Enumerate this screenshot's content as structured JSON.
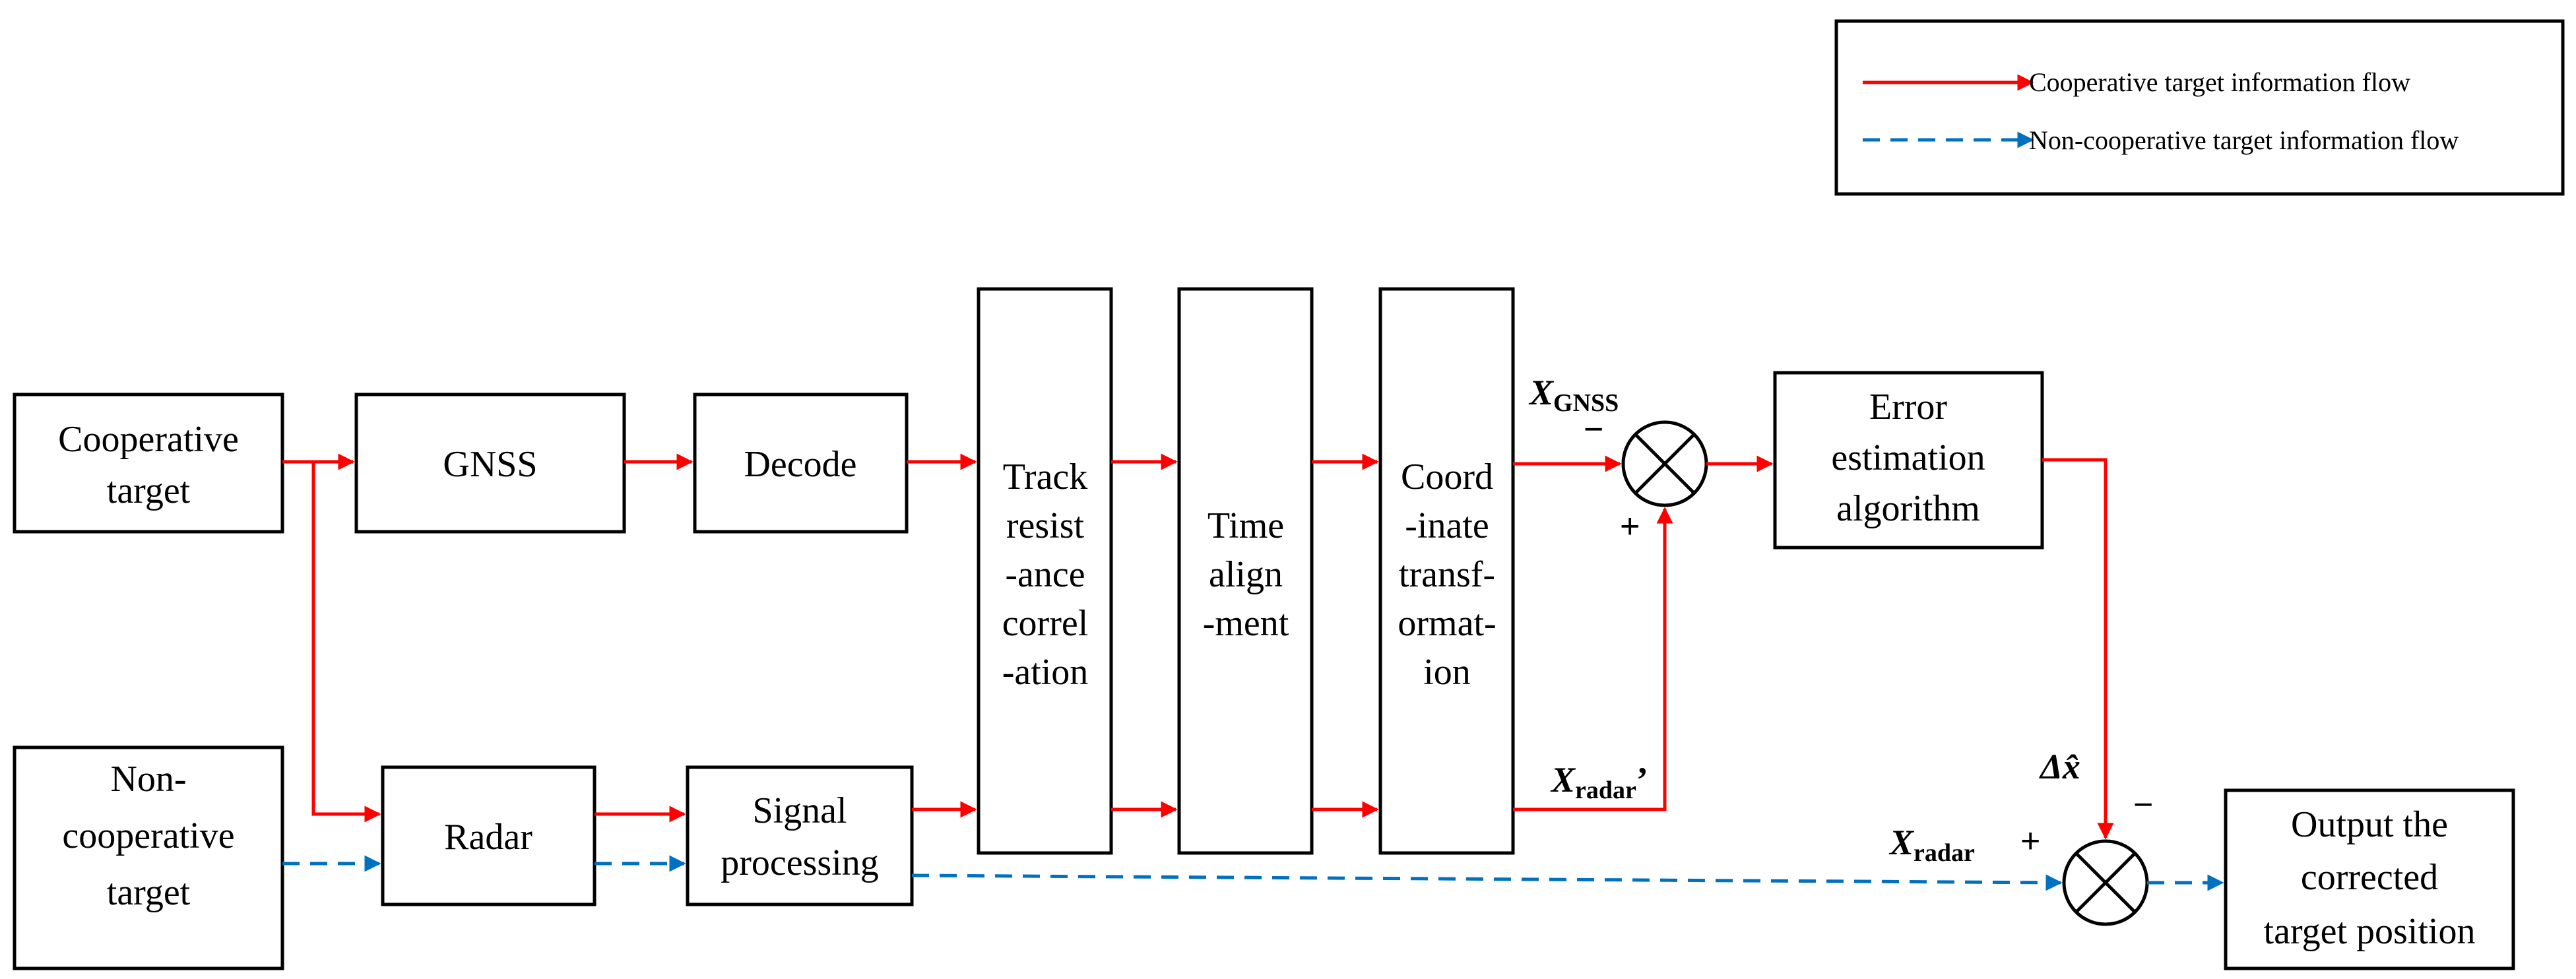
{
  "legend": {
    "cooperative": "Cooperative target information flow",
    "non_cooperative": "Non-cooperative target information flow"
  },
  "colors": {
    "cooperative": "#ff0000",
    "non_cooperative": "#0070c0"
  },
  "blocks": {
    "cooperative_target": [
      "Cooperative",
      "target"
    ],
    "gnss": [
      "GNSS"
    ],
    "decode": [
      "Decode"
    ],
    "non_cooperative_target": [
      "Non-",
      "cooperative",
      "target"
    ],
    "radar": [
      "Radar"
    ],
    "signal_processing": [
      "Signal",
      "processing"
    ],
    "track_correlation": [
      "Track",
      "resist",
      "-ance",
      "correl",
      "-ation"
    ],
    "time_alignment": [
      "Time",
      "align",
      "-ment"
    ],
    "coordinate_transformation": [
      "Coord",
      "-inate",
      "transf-",
      "ormat-",
      "ion"
    ],
    "error_estimation": [
      "Error",
      "estimation",
      "algorithm"
    ],
    "output": [
      "Output the",
      "corrected",
      "target position"
    ]
  },
  "signals": {
    "x_gnss": {
      "symbol": "X",
      "subscript": "GNSS"
    },
    "x_radar_prime": {
      "symbol": "X",
      "subscript": "radar",
      "suffix": "’"
    },
    "x_radar": {
      "symbol": "X",
      "subscript": "radar"
    },
    "delta_x_hat": "Δx̂"
  },
  "signs": {
    "sum1_left": "−",
    "sum1_bottom": "+",
    "sum2_left": "+",
    "sum2_top": "−"
  }
}
